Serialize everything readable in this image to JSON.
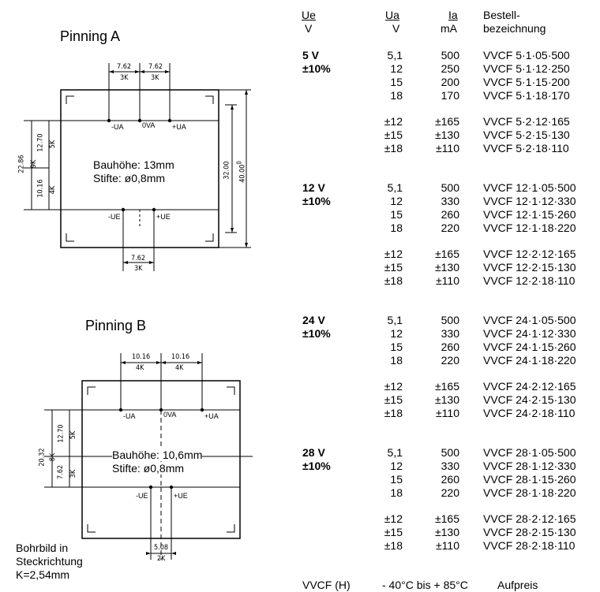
{
  "header": {
    "ue": "Ue",
    "ue_unit": "V",
    "ua": "Ua",
    "ua_unit": "V",
    "ia": "Ia",
    "ia_unit": "mA",
    "order_l1": "Bestell-",
    "order_l2": "bezeichnung"
  },
  "groups": [
    {
      "voltage": "5 V",
      "tolerance": "±10%",
      "rows": [
        {
          "ua": "5,1",
          "ia": "500",
          "code": "VVCF 5·1·05·500"
        },
        {
          "ua": "12",
          "ia": "250",
          "code": "VVCF 5·1·12·250"
        },
        {
          "ua": "15",
          "ia": "200",
          "code": "VVCF 5·1·15·200"
        },
        {
          "ua": "18",
          "ia": "170",
          "code": "VVCF 5·1·18·170"
        },
        {
          "ua": "±12",
          "ia": "±165",
          "code": "VVCF 5·2·12·165"
        },
        {
          "ua": "±15",
          "ia": "±130",
          "code": "VVCF 5·2·15·130"
        },
        {
          "ua": "±18",
          "ia": "±110",
          "code": "VVCF 5·2·18·110"
        }
      ]
    },
    {
      "voltage": "12 V",
      "tolerance": "±10%",
      "rows": [
        {
          "ua": "5,1",
          "ia": "500",
          "code": "VVCF 12·1·05·500"
        },
        {
          "ua": "12",
          "ia": "330",
          "code": "VVCF 12·1·12·330"
        },
        {
          "ua": "15",
          "ia": "260",
          "code": "VVCF 12·1·15·260"
        },
        {
          "ua": "18",
          "ia": "220",
          "code": "VVCF 12·1·18·220"
        },
        {
          "ua": "±12",
          "ia": "±165",
          "code": "VVCF 12·2·12·165"
        },
        {
          "ua": "±15",
          "ia": "±130",
          "code": "VVCF 12·2·15·130"
        },
        {
          "ua": "±18",
          "ia": "±110",
          "code": "VVCF 12·2·18·110"
        }
      ]
    },
    {
      "voltage": "24 V",
      "tolerance": "±10%",
      "rows": [
        {
          "ua": "5,1",
          "ia": "500",
          "code": "VVCF 24·1·05·500"
        },
        {
          "ua": "12",
          "ia": "330",
          "code": "VVCF 24·1·12·330"
        },
        {
          "ua": "15",
          "ia": "260",
          "code": "VVCF 24·1·15·260"
        },
        {
          "ua": "18",
          "ia": "220",
          "code": "VVCF 24·1·18·220"
        },
        {
          "ua": "±12",
          "ia": "±165",
          "code": "VVCF 24·2·12·165"
        },
        {
          "ua": "±15",
          "ia": "±130",
          "code": "VVCF 24·2·15·130"
        },
        {
          "ua": "±18",
          "ia": "±110",
          "code": "VVCF 24·2·18·110"
        }
      ]
    },
    {
      "voltage": "28 V",
      "tolerance": "±10%",
      "rows": [
        {
          "ua": "5,1",
          "ia": "500",
          "code": "VVCF 28·1·05·500"
        },
        {
          "ua": "12",
          "ia": "330",
          "code": "VVCF 28·1·12·330"
        },
        {
          "ua": "15",
          "ia": "260",
          "code": "VVCF 28·1·15·260"
        },
        {
          "ua": "18",
          "ia": "220",
          "code": "VVCF 28·1·18·220"
        },
        {
          "ua": "±12",
          "ia": "±165",
          "code": "VVCF 28·2·12·165"
        },
        {
          "ua": "±15",
          "ia": "±130",
          "code": "VVCF 28·2·15·130"
        },
        {
          "ua": "±18",
          "ia": "±110",
          "code": "VVCF 28·2·18·110"
        }
      ]
    }
  ],
  "footer": {
    "model": "VVCF (H)",
    "temp": "- 40°C bis + 85°C",
    "surcharge": "Aufpreis"
  },
  "pinning_a": {
    "title": "Pinning A",
    "height": "Bauhöhe: 13mm",
    "pins": "Stifte: ø0,8mm",
    "dim_top_left": "7.62",
    "grid_top_left": "3K",
    "dim_top_right": "7.62",
    "grid_top_right": "3K",
    "dim_bottom": "7.62",
    "grid_bottom": "3K",
    "dim_total": "22.86",
    "grid_total": "9K",
    "dim_upper": "12.70",
    "grid_upper": "5K",
    "dim_lower": "10.16",
    "grid_lower": "4K",
    "dim_inner": "32.00",
    "dim_outer": "40.00",
    "dim_outer_sup": "0",
    "pin_neg_ua": "-UA",
    "pin_0va": "0VA",
    "pin_pos_ua": "+UA",
    "pin_neg_ue": "-UE",
    "pin_pos_ue": "+UE"
  },
  "pinning_b": {
    "title": "Pinning B",
    "height": "Bauhöhe: 10,6mm",
    "pins": "Stifte: ø0,8mm",
    "dim_top_left": "10.16",
    "grid_top_left": "4K",
    "dim_top_right": "10.16",
    "grid_top_right": "4K",
    "dim_bottom": "5.08",
    "grid_bottom": "2K",
    "dim_total": "20.32",
    "grid_total": "8K",
    "dim_upper": "12.70",
    "grid_upper": "5K",
    "dim_lower": "7.62",
    "grid_lower": "3K",
    "pin_neg_ua": "-UA",
    "pin_0va": "0VA",
    "pin_pos_ua": "+UA",
    "pin_neg_ue": "-UE",
    "pin_pos_ue": "+UE",
    "note_l1": "Bohrbild in",
    "note_l2": "Steckrichtung",
    "note_l3": "K=2,54mm"
  }
}
